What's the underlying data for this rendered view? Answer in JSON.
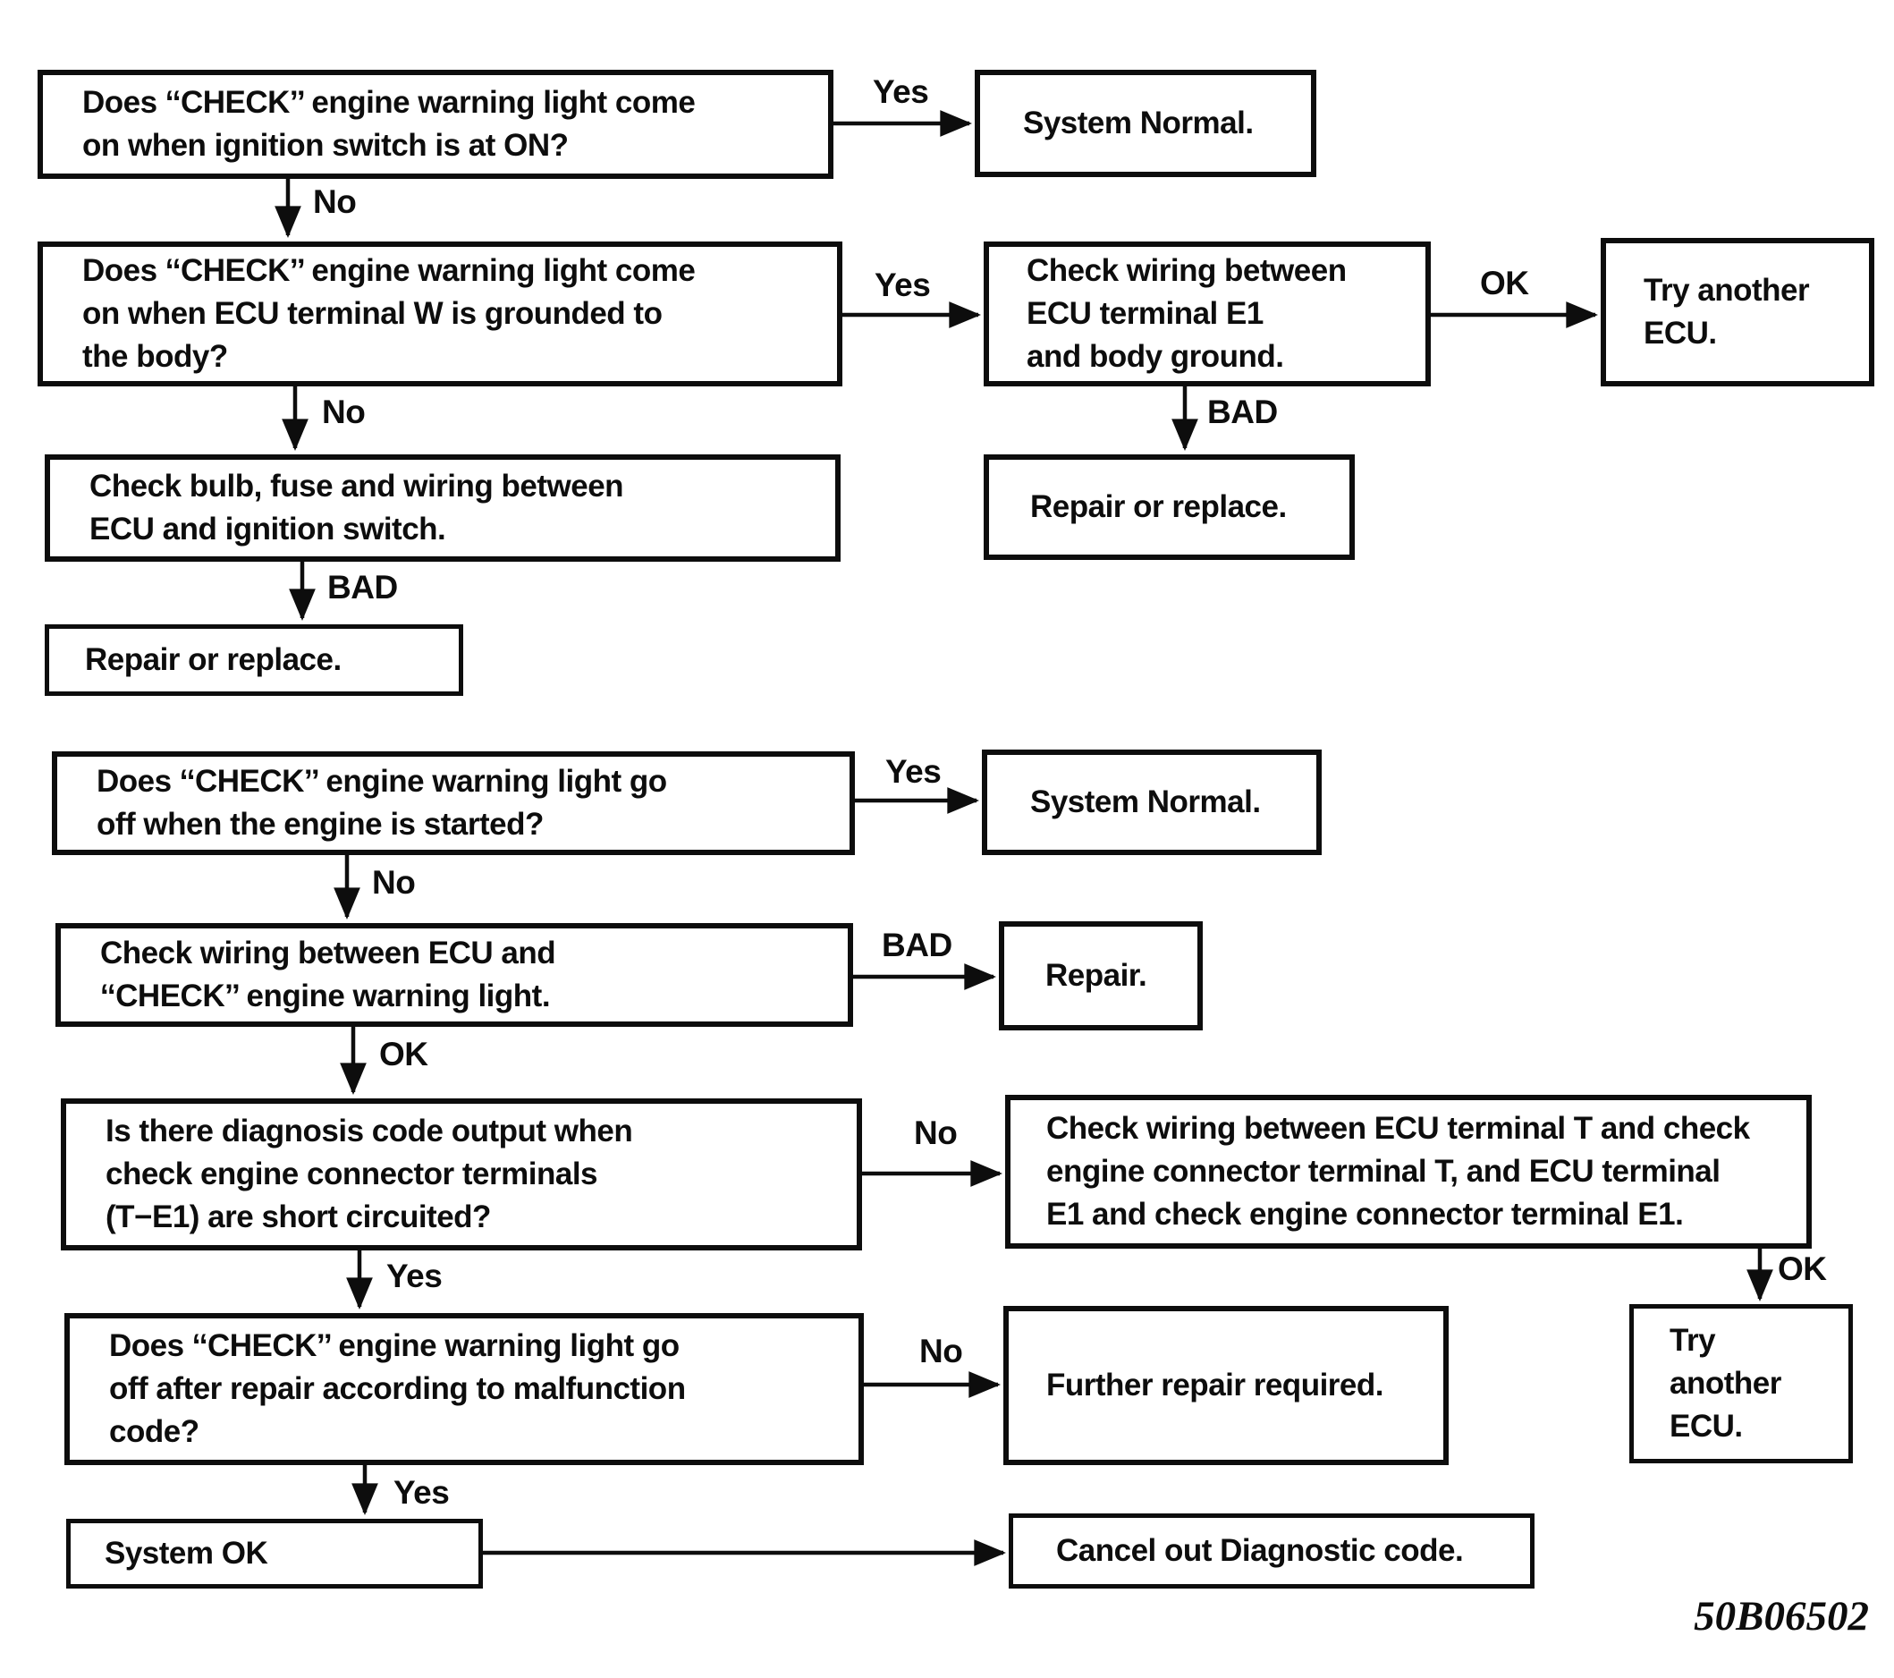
{
  "figure_code": "50B06502",
  "colors": {
    "background": "#ffffff",
    "ink": "#0d0d0d"
  },
  "nodes": {
    "q_light_ignition": {
      "text": "Does ‘‘CHECK’’ engine warning light come\non when ignition switch is at ON?"
    },
    "system_normal_1": {
      "text": "System Normal."
    },
    "q_light_terminal_w": {
      "text": "Does ‘‘CHECK’’ engine warning light come\non when ECU terminal W is grounded to\nthe body?"
    },
    "check_wiring_e1_ground": {
      "text": "Check wiring between\nECU terminal E1\nand body ground."
    },
    "try_another_ecu_1": {
      "text": "Try another\nECU."
    },
    "check_bulb_fuse": {
      "text": "Check bulb, fuse and wiring between\nECU and ignition switch."
    },
    "repair_or_replace_1": {
      "text": "Repair or replace."
    },
    "repair_or_replace_2": {
      "text": "Repair or replace."
    },
    "q_light_off_started": {
      "text": "Does ‘‘CHECK’’ engine warning light go\noff when the engine is started?"
    },
    "system_normal_2": {
      "text": "System Normal."
    },
    "check_wiring_light": {
      "text": "Check wiring between ECU and\n‘‘CHECK’’ engine warning light."
    },
    "repair": {
      "text": "Repair."
    },
    "q_diagnosis_code": {
      "text": "Is there diagnosis code output when\ncheck engine connector terminals\n(T−E1) are short circuited?"
    },
    "check_wiring_t_e1": {
      "text": "Check wiring between ECU terminal T and check\nengine connector terminal T, and ECU terminal\nE1 and check engine connector terminal E1."
    },
    "q_light_off_after_repair": {
      "text": "Does ‘‘CHECK’’ engine warning light go\noff after repair according to malfunction\ncode?"
    },
    "further_repair": {
      "text": "Further repair required."
    },
    "try_another_ecu_2": {
      "text": "Try another\nECU."
    },
    "system_ok": {
      "text": "System OK"
    },
    "cancel_code": {
      "text": "Cancel out Diagnostic code."
    }
  },
  "edges": [
    {
      "from": "q_light_ignition",
      "to": "system_normal_1",
      "label": "Yes"
    },
    {
      "from": "q_light_ignition",
      "to": "q_light_terminal_w",
      "label": "No"
    },
    {
      "from": "q_light_terminal_w",
      "to": "check_wiring_e1_ground",
      "label": "Yes"
    },
    {
      "from": "check_wiring_e1_ground",
      "to": "try_another_ecu_1",
      "label": "OK"
    },
    {
      "from": "q_light_terminal_w",
      "to": "check_bulb_fuse",
      "label": "No"
    },
    {
      "from": "check_wiring_e1_ground",
      "to": "repair_or_replace_1",
      "label": "BAD"
    },
    {
      "from": "check_bulb_fuse",
      "to": "repair_or_replace_2",
      "label": "BAD"
    },
    {
      "from": "q_light_off_started",
      "to": "system_normal_2",
      "label": "Yes"
    },
    {
      "from": "q_light_off_started",
      "to": "check_wiring_light",
      "label": "No"
    },
    {
      "from": "check_wiring_light",
      "to": "repair",
      "label": "BAD"
    },
    {
      "from": "check_wiring_light",
      "to": "q_diagnosis_code",
      "label": "OK"
    },
    {
      "from": "q_diagnosis_code",
      "to": "check_wiring_t_e1",
      "label": "No"
    },
    {
      "from": "check_wiring_t_e1",
      "to": "try_another_ecu_2",
      "label": "OK"
    },
    {
      "from": "q_diagnosis_code",
      "to": "q_light_off_after_repair",
      "label": "Yes"
    },
    {
      "from": "q_light_off_after_repair",
      "to": "further_repair",
      "label": "No"
    },
    {
      "from": "q_light_off_after_repair",
      "to": "system_ok",
      "label": "Yes"
    },
    {
      "from": "system_ok",
      "to": "cancel_code",
      "label": ""
    }
  ]
}
